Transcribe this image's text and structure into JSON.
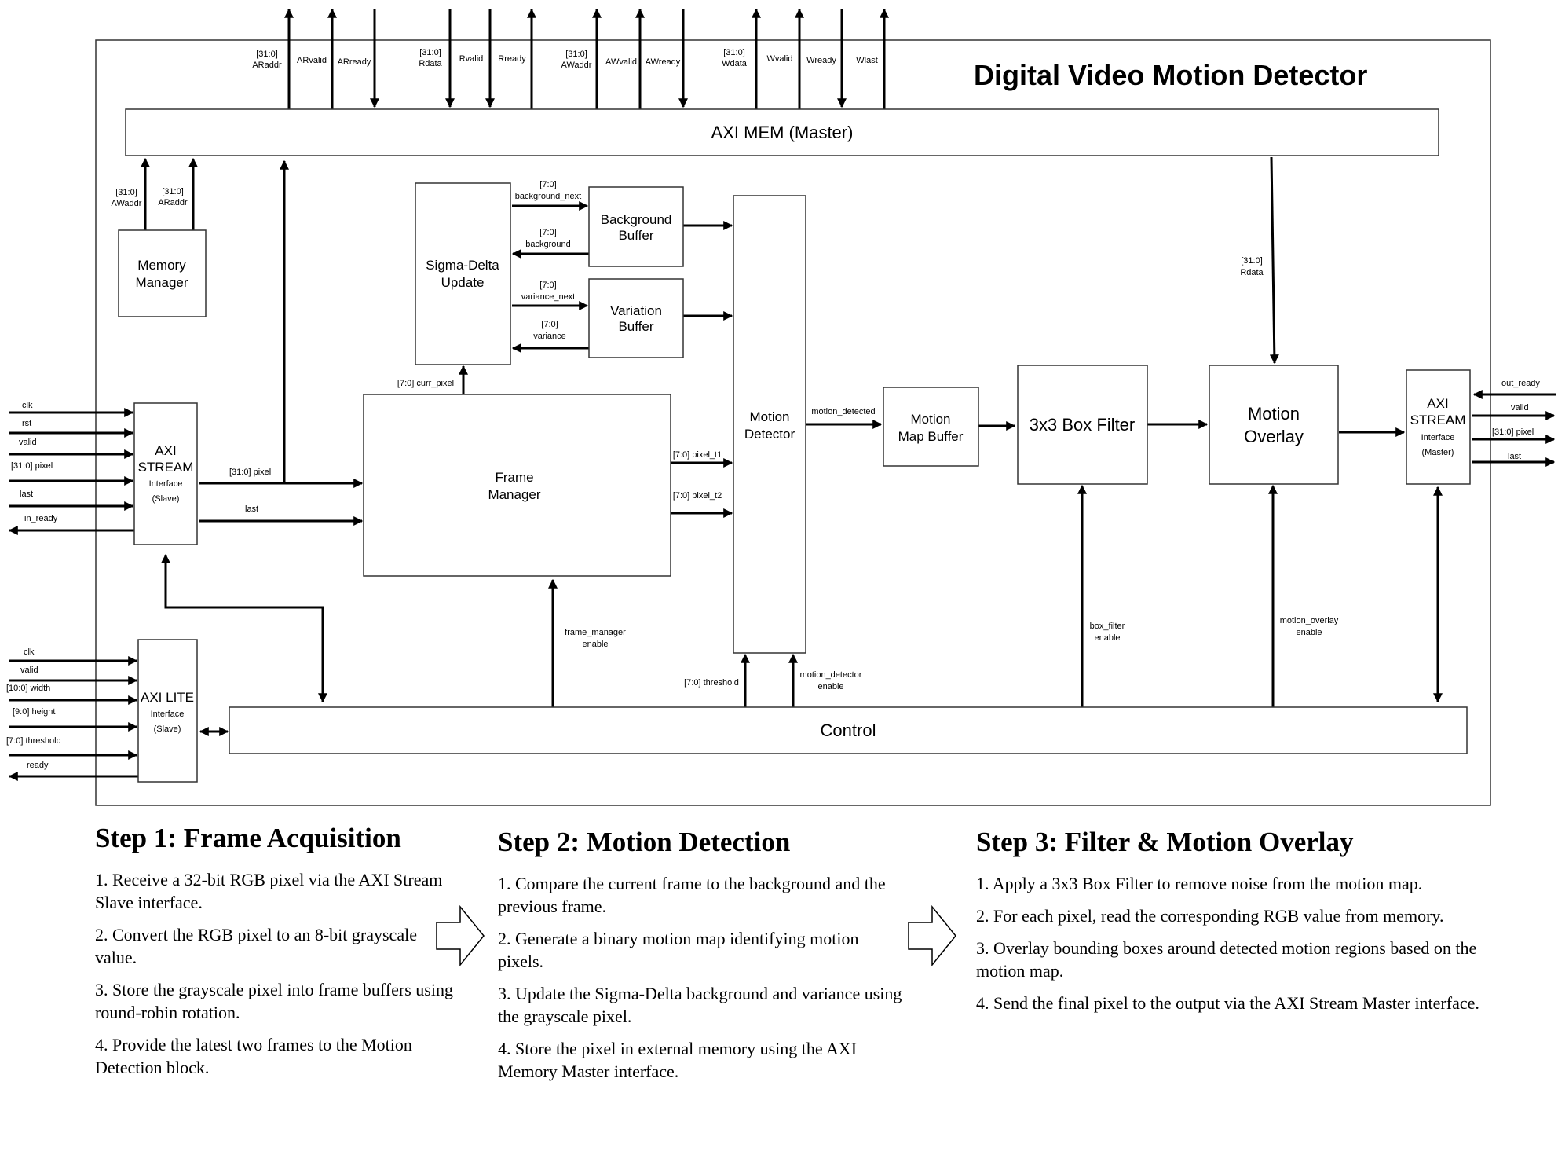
{
  "title": "Digital Video Motion Detector",
  "blocks": {
    "axi_mem": "AXI MEM (Master)",
    "memory_manager": [
      "Memory",
      "Manager"
    ],
    "sigma_delta": [
      "Sigma-Delta",
      "Update"
    ],
    "background_buffer": [
      "Background",
      "Buffer"
    ],
    "variation_buffer": [
      "Variation",
      "Buffer"
    ],
    "motion_detector": [
      "Motion",
      "Detector"
    ],
    "motion_map_buffer": [
      "Motion",
      "Map Buffer"
    ],
    "box_filter": "3x3 Box Filter",
    "motion_overlay": [
      "Motion",
      "Overlay"
    ],
    "axi_stream_master": [
      "AXI",
      "STREAM",
      "Interface",
      "(Master)"
    ],
    "axi_stream_slave": [
      "AXI",
      "STREAM",
      "Interface",
      "(Slave)"
    ],
    "frame_manager": [
      "Frame",
      "Manager"
    ],
    "axi_lite": [
      "AXI LITE",
      "Interface",
      "(Slave)"
    ],
    "control": "Control"
  },
  "signals": {
    "top": [
      {
        "l1": "[31:0]",
        "l2": "ARaddr"
      },
      {
        "l1": "",
        "l2": "ARvalid"
      },
      {
        "l1": "",
        "l2": "ARready"
      },
      {
        "l1": "[31:0]",
        "l2": "Rdata"
      },
      {
        "l1": "",
        "l2": "Rvalid"
      },
      {
        "l1": "",
        "l2": "Rready"
      },
      {
        "l1": "[31:0]",
        "l2": "AWaddr"
      },
      {
        "l1": "",
        "l2": "AWvalid"
      },
      {
        "l1": "",
        "l2": "AWready"
      },
      {
        "l1": "[31:0]",
        "l2": "Wdata"
      },
      {
        "l1": "",
        "l2": "Wvalid"
      },
      {
        "l1": "",
        "l2": "Wready"
      },
      {
        "l1": "",
        "l2": "Wlast"
      }
    ],
    "mem_mgr": [
      {
        "l1": "[31:0]",
        "l2": "AWaddr"
      },
      {
        "l1": "[31:0]",
        "l2": "ARaddr"
      }
    ],
    "stream_in": [
      "clk",
      "rst",
      "valid",
      "[31:0] pixel",
      "last",
      "in_ready"
    ],
    "lite_in": [
      "clk",
      "valid",
      "[10:0] width",
      "[9:0] height",
      "[7:0] threshold",
      "ready"
    ],
    "stream_out": [
      "out_ready",
      "valid",
      "[31:0] pixel",
      "last"
    ],
    "slave_to_fm": [
      "[31:0] pixel",
      "last"
    ],
    "sigma": [
      {
        "l1": "[7:0]",
        "l2": "background_next"
      },
      {
        "l1": "[7:0]",
        "l2": "background"
      },
      {
        "l1": "[7:0]",
        "l2": "variance_next"
      },
      {
        "l1": "[7:0]",
        "l2": "variance"
      }
    ],
    "curr_pixel": "[7:0] curr_pixel",
    "pixel_t1": "[7:0] pixel_t1",
    "pixel_t2": "[7:0] pixel_t2",
    "motion_detected": "motion_detected",
    "rdata": {
      "l1": "[31:0]",
      "l2": "Rdata"
    },
    "fm_enable": {
      "l1": "frame_manager",
      "l2": "enable"
    },
    "threshold": "[7:0] threshold",
    "md_enable": {
      "l1": "motion_detector",
      "l2": "enable"
    },
    "bf_enable": {
      "l1": "box_filter",
      "l2": "enable"
    },
    "mo_enable": {
      "l1": "motion_overlay",
      "l2": "enable"
    }
  },
  "steps": [
    {
      "title": "Step 1: Frame Acquisition",
      "items": [
        "1. Receive a 32-bit RGB pixel via the AXI Stream Slave interface.",
        "2. Convert the RGB pixel to an 8-bit grayscale value.",
        "3. Store the grayscale pixel into frame buffers using round-robin rotation.",
        "4. Provide the latest two frames to the Motion Detection block."
      ]
    },
    {
      "title": "Step 2: Motion Detection",
      "items": [
        "1. Compare the current frame to the background and the previous frame.",
        "2. Generate a binary motion map identifying motion pixels.",
        "3. Update the Sigma-Delta background and variance using the grayscale pixel.",
        "4. Store the pixel in external memory using the AXI Memory Master interface."
      ]
    },
    {
      "title": "Step 3: Filter & Motion Overlay",
      "items": [
        "1. Apply a 3x3 Box Filter to remove noise from the motion map.",
        "2. For each pixel, read the corresponding RGB value from memory.",
        "3. Overlay bounding boxes around detected motion regions based on the motion map.",
        "4. Send the final pixel to the output via the AXI Stream Master interface."
      ]
    }
  ]
}
